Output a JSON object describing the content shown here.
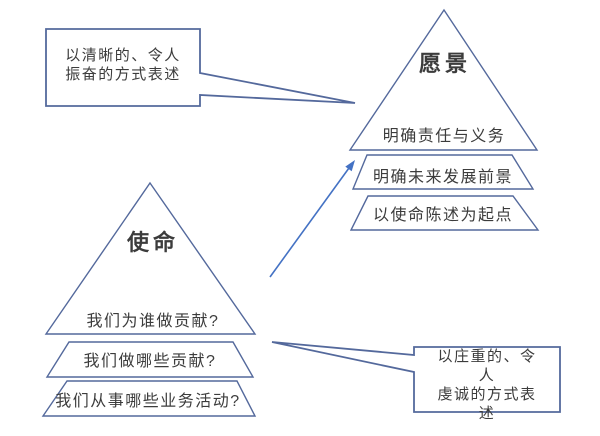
{
  "vision": {
    "title": "愿景",
    "levels": [
      "明确责任与义务",
      "明确未来发展前景",
      "以使命陈述为起点"
    ]
  },
  "mission": {
    "title": "使命",
    "levels": [
      "我们为谁做贡献?",
      "我们做哪些贡献?",
      "我们从事哪些业务活动?"
    ]
  },
  "callouts": {
    "vision_note": {
      "text": "以清晰的、令人\n振奋的方式表述"
    },
    "mission_note": {
      "text": "以庄重的、令人\n虔诚的方式表述"
    }
  },
  "colors": {
    "outline": "#54699c",
    "arrow": "#4472c4",
    "text": "#3c3c3c"
  }
}
